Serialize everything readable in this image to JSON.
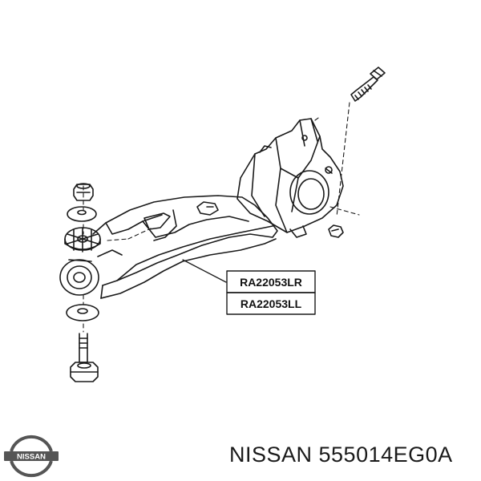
{
  "callouts": [
    {
      "label": "RA22053LR"
    },
    {
      "label": "RA22053LL"
    }
  ],
  "brand": {
    "name": "NISSAN",
    "part_number": "555014EG0A",
    "caption": "NISSAN 555014EG0A",
    "logo_text": "NISSAN",
    "logo_icon": "nissan-logo-icon"
  },
  "colors": {
    "line": "#1a1a1a",
    "logo": "#555555"
  }
}
